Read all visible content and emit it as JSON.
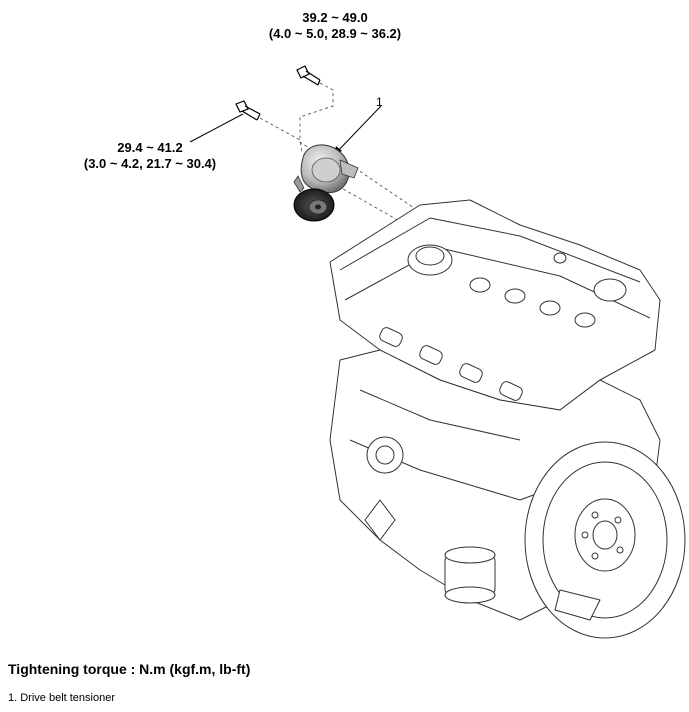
{
  "diagram": {
    "torque_top": {
      "line1": "39.2 ~ 49.0",
      "line2": "(4.0 ~ 5.0, 28.9 ~ 36.2)"
    },
    "torque_left": {
      "line1": "29.4 ~ 41.2",
      "line2": "(3.0 ~ 4.2, 21.7 ~ 30.4)"
    },
    "callout_number": "1"
  },
  "caption": {
    "title": "Tightening torque : N.m (kgf.m, lb-ft)",
    "items": [
      {
        "label": "1. Drive belt tensioner"
      }
    ]
  }
}
